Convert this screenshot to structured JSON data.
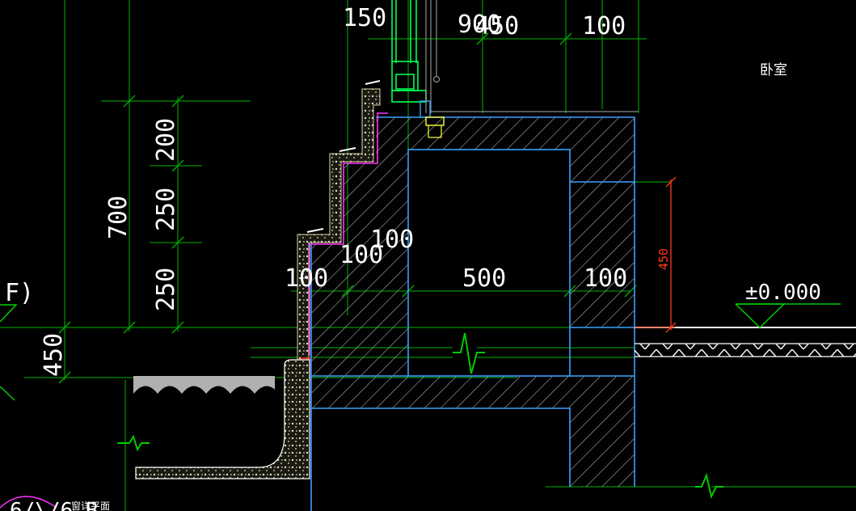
{
  "drawing": {
    "room_label": "卧室",
    "elevation_label": "±0.000",
    "axis_label_left": "F)",
    "axis_label_bottom": "6/\\/6 B",
    "bottom_note": "窗详平面",
    "colors": {
      "background": "#000000",
      "dimension_line": "#00cc00",
      "concrete_outline": "#3aa0ff",
      "finish_line": "#ff33ff",
      "elevation_dim": "#ff3a1a",
      "window_frame": "#00ff55",
      "text": "#ffffff"
    }
  },
  "dimensions": {
    "top_150": "150",
    "top_450": "450",
    "top_100": "100",
    "top_partial": "900",
    "left_700": "700",
    "left_200": "200",
    "left_250_a": "250",
    "left_250_b": "250",
    "left_450": "450",
    "mid_100_a": "100",
    "mid_100_b": "100",
    "mid_100_c": "100",
    "mid_500": "500",
    "mid_100_d": "100",
    "red_450": "450"
  }
}
